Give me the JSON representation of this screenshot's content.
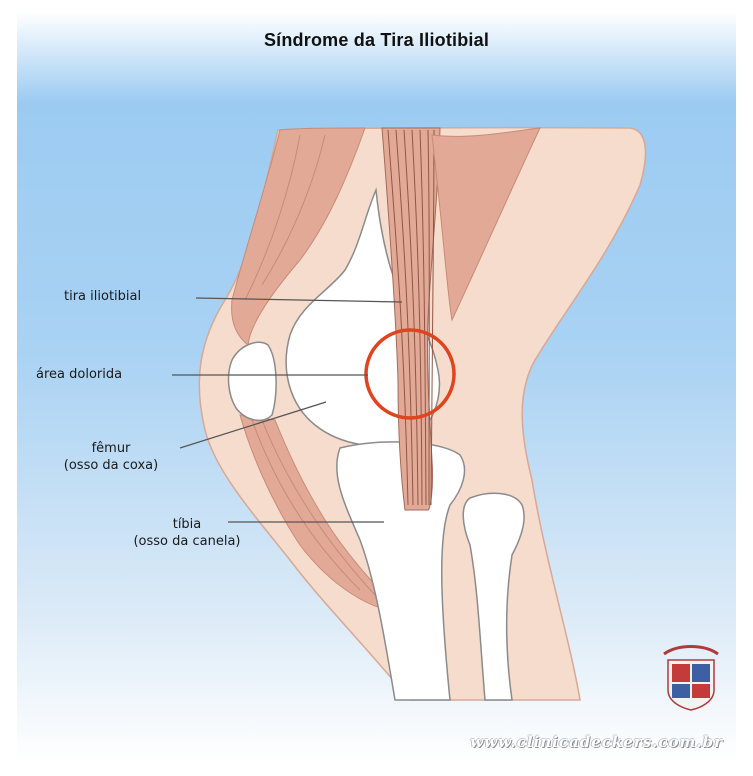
{
  "title": "Síndrome da Tira Iliotibial",
  "labels": {
    "tira": "tira iliotibial",
    "area": "área dolorida",
    "femur_line1": "fêmur",
    "femur_line2": "(osso da coxa)",
    "tibia_line1": "tíbia",
    "tibia_line2": "(osso da canela)"
  },
  "watermark": "www.clinicadeckers.com.br",
  "colors": {
    "background_top": "#8ec3ef",
    "background_bottom": "#ffffff",
    "skin": "#f6dccd",
    "muscle": "#e2aa96",
    "bone": "#ffffff",
    "highlight_circle": "#e0441e"
  }
}
